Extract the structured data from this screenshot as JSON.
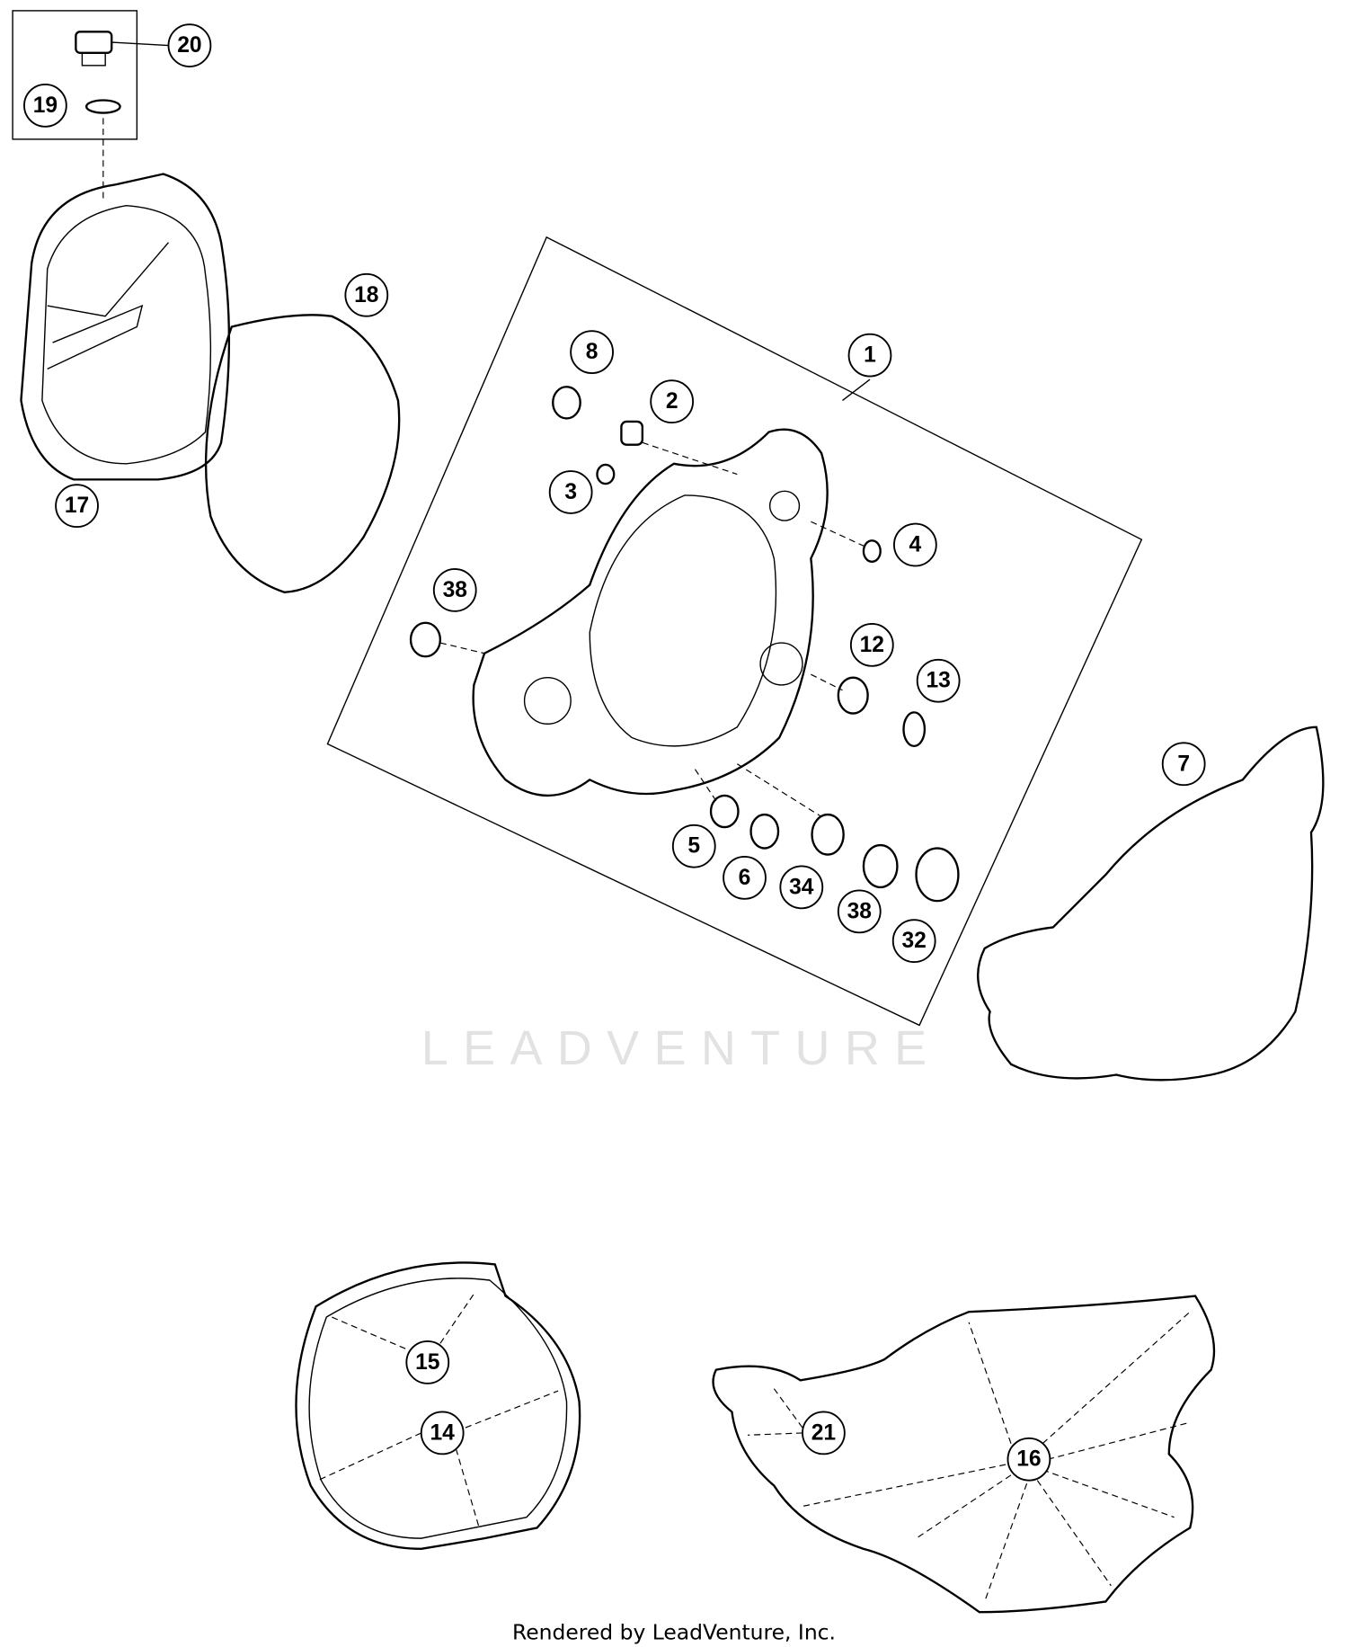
{
  "diagram": {
    "watermark": "LEADVENTURE",
    "footer": "Rendered by LeadVenture, Inc.",
    "callouts": [
      "20",
      "19",
      "17",
      "18",
      "8",
      "1",
      "2",
      "3",
      "4",
      "38",
      "12",
      "13",
      "7",
      "5",
      "6",
      "34",
      "38",
      "32",
      "15",
      "14",
      "21",
      "16"
    ]
  }
}
